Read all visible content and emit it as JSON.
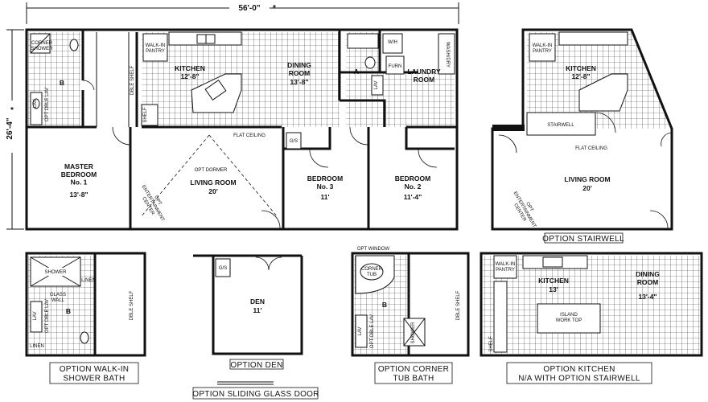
{
  "dimensions": {
    "width": "56'-0\"",
    "depth": "26'-4\""
  },
  "main_plan": {
    "rooms": {
      "corner_shower": "CORNER\nSHOWER",
      "bath_b": "B",
      "lav": "LAV",
      "opt_dble_lav": "OPT DBLE LAV",
      "dble_shelf": "DBLE SHELF",
      "shelf": "SHELF",
      "walk_in_pantry": "WALK-IN\nPANTRY",
      "kitchen": "KITCHEN",
      "kitchen_size": "12'-8\"",
      "dining_room": "DINING\nROOM",
      "dining_size": "13'-8\"",
      "bath_a": "A",
      "lav_a": "LAV",
      "furn": "FURN",
      "wh": "W/H",
      "washer_dryer": "WASH/DRY",
      "laundry_room": "LAUNDRY\nROOM",
      "flat_ceiling": "FLAT CEILING",
      "master_bedroom": "MASTER\nBEDROOM\nNo. 1",
      "master_size": "13'-8\"",
      "opt_dormer": "OPT DORMER",
      "living_room": "LIVING ROOM",
      "living_size": "20'",
      "opt_entertainment": "OPT\nENTERTAINMENT\nCENTER",
      "gs": "G/S",
      "bedroom3": "BEDROOM\nNo. 3",
      "bedroom3_size": "11'",
      "bedroom2": "BEDROOM\nNo. 2",
      "bedroom2_size": "11'-4\""
    }
  },
  "option_stairwell": {
    "walk_in_pantry": "WALK-IN\nPANTRY",
    "kitchen": "KITCHEN",
    "kitchen_size": "12'-8\"",
    "stairwell": "STAIRWELL",
    "flat_ceiling": "FLAT CEILING",
    "living_room": "LIVING ROOM",
    "living_size": "20'",
    "opt_entertainment": "OPT\nENTERTAINMENT\nCENTER",
    "caption": "OPTION STAIRWELL"
  },
  "option_walkin_shower": {
    "shower": "SHOWER",
    "linen_top": "LINEN",
    "glass_wall": "GLASS\nWALL",
    "b": "B",
    "lav": "LAV",
    "opt_dble_lav": "OPT DBLE LAV",
    "dble_shelf": "DBLE SHELF",
    "linen_bottom": "LINEN",
    "caption": "OPTION WALK-IN\nSHOWER BATH"
  },
  "option_den": {
    "gs": "G/S",
    "den": "DEN",
    "den_size": "11'",
    "caption": "OPTION DEN",
    "sliding_caption": "OPTION SLIDING GLASS DOOR"
  },
  "option_corner_tub": {
    "opt_window": "OPT WINDOW",
    "corner_tub": "CORNER\nTUB",
    "b": "B",
    "lav": "LAV",
    "opt_dble_lav": "OPT DBLE LAV",
    "dble_shelf": "DBLE SHELF",
    "shower": "SHOWER",
    "caption": "OPTION CORNER\nTUB BATH"
  },
  "option_kitchen": {
    "walk_in_pantry": "WALK-IN\nPANTRY",
    "kitchen": "KITCHEN",
    "kitchen_size": "13'",
    "dining_room": "DINING\nROOM",
    "dining_size": "13'-4\"",
    "island": "ISLAND\nWORK TOP",
    "shelf": "SHELF",
    "caption": "OPTION KITCHEN\nN/A WITH OPTION STAIRWELL"
  }
}
